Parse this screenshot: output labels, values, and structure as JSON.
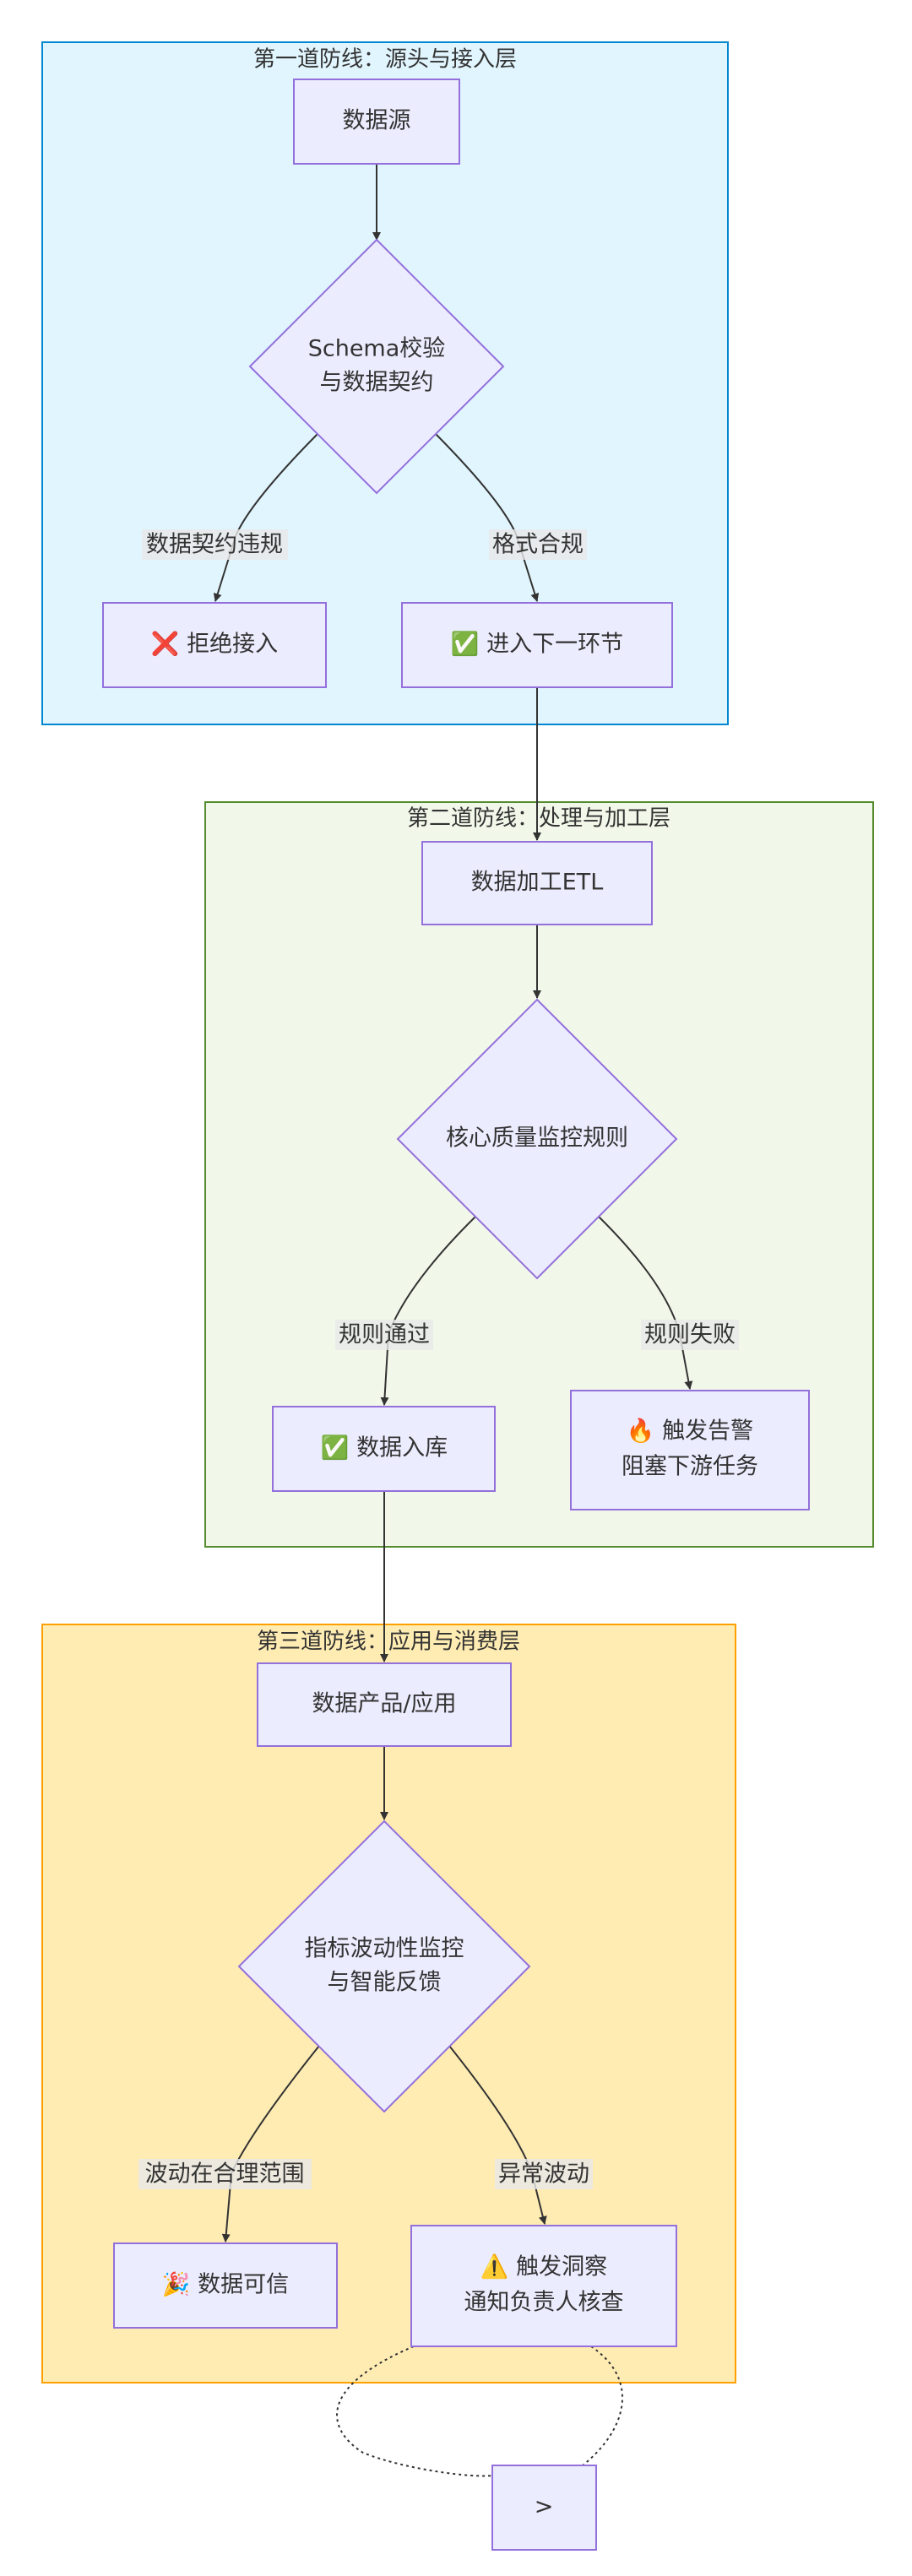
{
  "colors": {
    "lane1_fill": "#E1F5FE",
    "lane1_stroke": "#0288D1",
    "lane2_fill": "#F1F8E9",
    "lane2_stroke": "#558B2F",
    "lane3_fill": "#FFECB3",
    "lane3_stroke": "#FFA000",
    "node_fill": "#ECECFF",
    "node_stroke": "#9370DB"
  },
  "lanes": {
    "layer1": "第一道防线：源头与接入层",
    "layer2": "第二道防线：处理与加工层",
    "layer3": "第三道防线：应用与消费层"
  },
  "nodes": {
    "data_source": "数据源",
    "schema_check_line1": "Schema校验",
    "schema_check_line2": "与数据契约",
    "reject": "❌ 拒绝接入",
    "next_stage": "✅ 进入下一环节",
    "etl": "数据加工ETL",
    "quality_rules": "核心质量监控规则",
    "store": "✅ 数据入库",
    "alert_line1": "🔥 触发告警",
    "alert_line2": "阻塞下游任务",
    "product": "数据产品/应用",
    "volatility_line1": "指标波动性监控",
    "volatility_line2": "与智能反馈",
    "trusted": "🎉 数据可信",
    "insight_line1": "⚠️ 触发洞察",
    "insight_line2": "通知负责人核查",
    "loop_node": ">"
  },
  "edges": {
    "contract_violation": "数据契约违规",
    "format_ok": "格式合规",
    "rule_pass": "规则通过",
    "rule_fail": "规则失败",
    "in_range": "波动在合理范围",
    "abnormal": "异常波动"
  }
}
